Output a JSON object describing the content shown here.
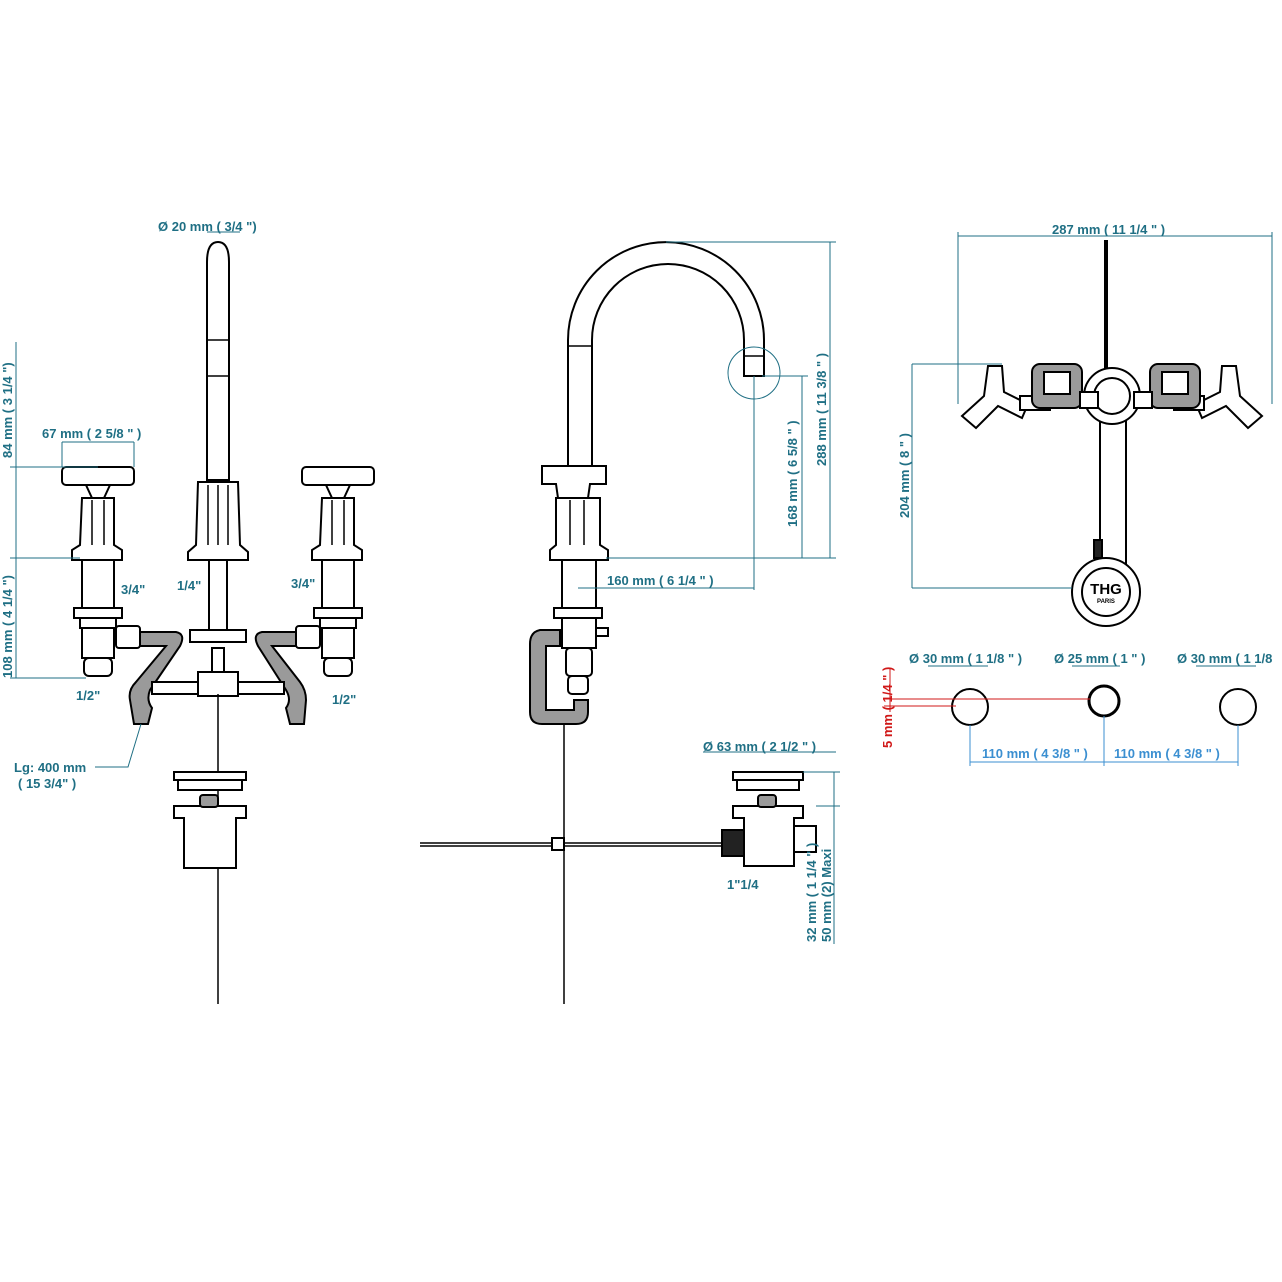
{
  "front_view": {
    "spout_dia": "Ø  20 mm ( 3/4 \")",
    "handle_width": "67 mm ( 2 5/8 \" )",
    "handle_height": "84 mm ( 3 1/4 \")",
    "body_height": "108 mm ( 4 1/4 \")",
    "thread_left": "3/4\"",
    "thread_center": "1/4\"",
    "thread_right": "3/4\"",
    "inlet_left": "1/2\"",
    "inlet_right": "1/2\"",
    "hose_length_1": "Lg: 400 mm",
    "hose_length_2": "( 15 3/4\" )"
  },
  "side_view": {
    "total_height": "288 mm ( 11 3/8 \" )",
    "spout_height": "168 mm ( 6 5/8 \" )",
    "spout_reach": "160 mm ( 6 1/4 \" )",
    "drain_dia": "Ø  63 mm ( 2 1/2 \" )",
    "drain_thread": "1\"1/4",
    "drain_size_1": "32 mm ( 1 1/4 \" )",
    "drain_size_2": "50 mm (2) Maxi"
  },
  "top_view": {
    "total_width": "287 mm ( 11 1/4 \" )",
    "depth": "204 mm ( 8 \" )",
    "brand": "THG",
    "brand_sub": "PARIS"
  },
  "holes": {
    "hole_left": "Ø  30 mm ( 1 1/8 \" )",
    "hole_center": "Ø  25 mm ( 1 \" )",
    "hole_right": "Ø  30 mm ( 1 1/8",
    "offset": "5 mm ( 1/4 \" )",
    "spacing_left": "110 mm ( 4 3/8 \" )",
    "spacing_right": "110 mm ( 4 3/8 \" )"
  },
  "colors": {
    "dimension": "#1f6f84",
    "highlight": "#d01818",
    "spacing": "#3b8fd1"
  }
}
